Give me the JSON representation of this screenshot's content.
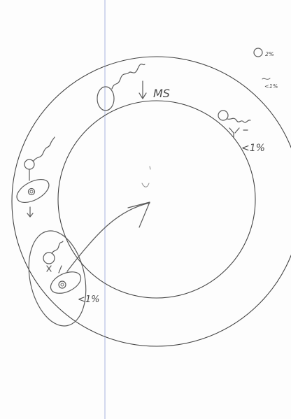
{
  "annotations": {
    "ms_label": "MS",
    "right_percent": "<1%",
    "left_percent": "<1%",
    "corner_top": "2%",
    "corner_bottom": "<1%"
  },
  "colors": {
    "paper": "#fdfdfd",
    "ink": "#5a5a5a",
    "ring": "#444444",
    "rule_line": "#b7c0e3"
  },
  "icons": [
    "cell-with-flagellum-icon",
    "antibody-icon",
    "down-arrow-icon",
    "circle-icon"
  ]
}
